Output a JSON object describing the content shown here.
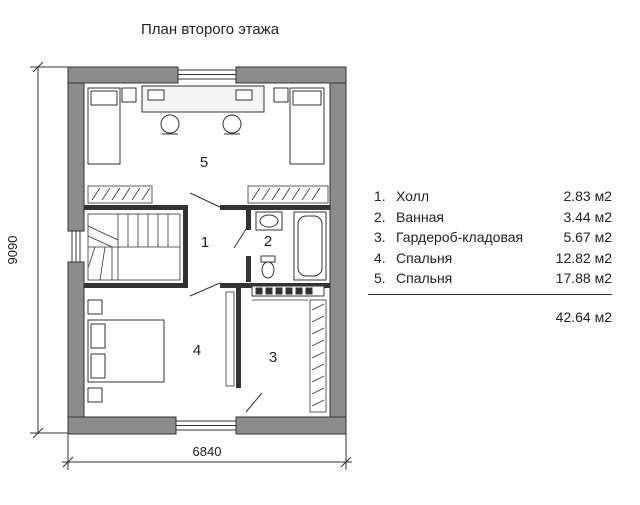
{
  "title": "План второго этажа",
  "dimensions": {
    "width": "6840",
    "height": "9090"
  },
  "rooms": [
    {
      "num": "1",
      "label": "1",
      "name": "Холл",
      "area": "2.83 м2"
    },
    {
      "num": "2",
      "label": "2",
      "name": "Ванная",
      "area": "3.44 м2"
    },
    {
      "num": "3",
      "label": "3",
      "name": "Гардероб-кладовая",
      "area": "5.67 м2"
    },
    {
      "num": "4",
      "label": "4",
      "name": "Спальня",
      "area": "12.82 м2"
    },
    {
      "num": "5",
      "label": "5",
      "name": "Спальня",
      "area": "17.88 м2"
    }
  ],
  "legend_nums": [
    "1.",
    "2.",
    "3.",
    "4.",
    "5."
  ],
  "total": "42.64 м2",
  "colors": {
    "wall": "#8c8c8c",
    "wall_stroke": "#333333",
    "line": "#333333"
  }
}
